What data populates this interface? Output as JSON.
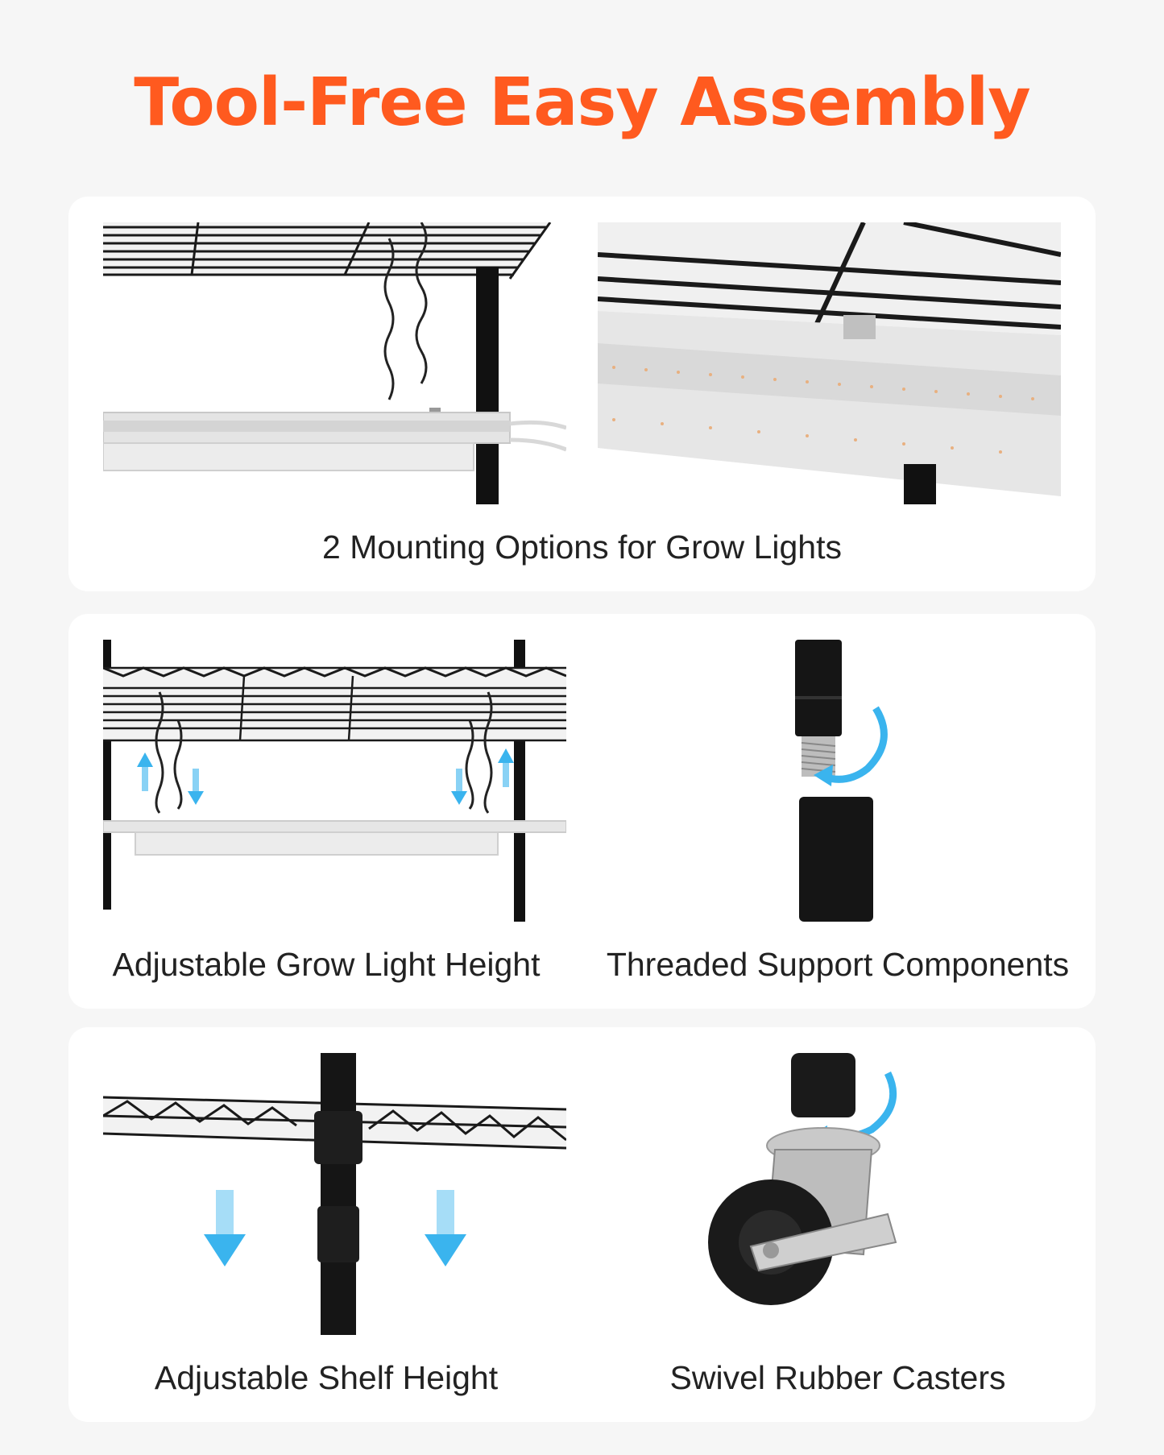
{
  "title": "Tool-Free Easy Assembly",
  "colors": {
    "title": "#ff5a1f",
    "accent_arrow": "#3ab4ee",
    "card": "#ffffff",
    "background": "#f6f6f6"
  },
  "panels": [
    {
      "caption": "2 Mounting Options for Grow Lights",
      "images": [
        "chain-hanging-light-photo",
        "clip-mounted-light-photo"
      ]
    },
    {
      "captions": [
        "Adjustable Grow Light Height",
        "Threaded Support Components"
      ],
      "images": [
        "adjustable-chain-height-photo",
        "threaded-pole-photo"
      ]
    },
    {
      "captions": [
        "Adjustable Shelf Height",
        "Swivel Rubber Casters"
      ],
      "images": [
        "shelf-height-photo",
        "swivel-caster-photo"
      ]
    }
  ]
}
